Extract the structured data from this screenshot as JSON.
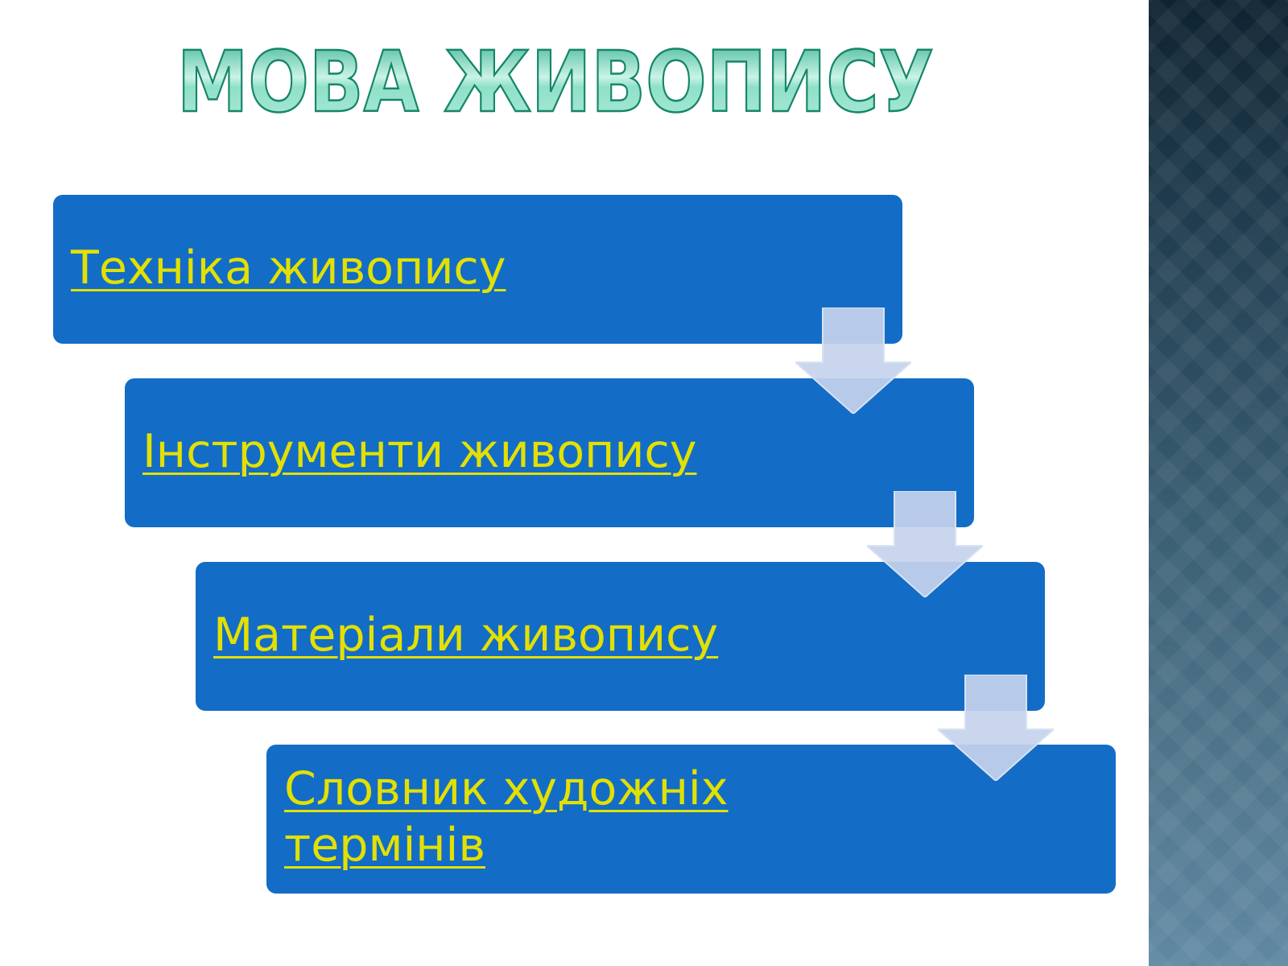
{
  "slide": {
    "title": "МОВА ЖИВОПИСУ",
    "steps": [
      {
        "label": "Техніка живопису"
      },
      {
        "label": "Інструменти живопису"
      },
      {
        "label": "Матеріали живопису"
      },
      {
        "label": "Словник художніх термінів"
      }
    ]
  },
  "colors": {
    "box": "#136dc6",
    "link_text": "#e3e000",
    "title_fill": "#7fdcc0",
    "title_outline": "#17856a",
    "arrow": "#c5d3ec"
  }
}
